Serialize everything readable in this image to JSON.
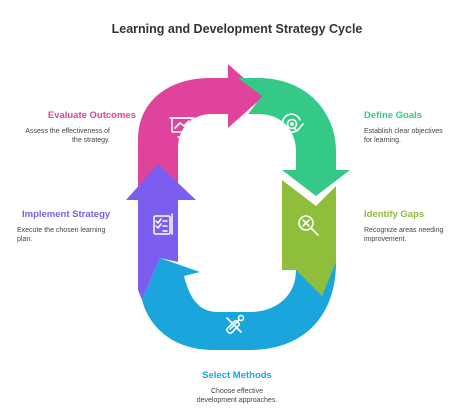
{
  "title": "Learning and Development Strategy Cycle",
  "colors": {
    "evaluate": "#e0439b",
    "define": "#35c987",
    "identify": "#8fbd3c",
    "select": "#1aa6dd",
    "implement": "#7b5ef0"
  },
  "steps": {
    "evaluate": {
      "title": "Evaluate Outcomes",
      "desc_line1": "Assess the effectiveness of",
      "desc_line2": "the strategy.",
      "icon": "presentation-chart-icon"
    },
    "define": {
      "title": "Define Goals",
      "desc_line1": "Establish clear objectives",
      "desc_line2": "for learning.",
      "icon": "target-check-icon"
    },
    "identify": {
      "title": "Identify Gaps",
      "desc_line1": "Recognize areas needing",
      "desc_line2": "improvement.",
      "icon": "magnifier-x-icon"
    },
    "select": {
      "title": "Select Methods",
      "desc_line1": "Choose effective",
      "desc_line2": "development approaches.",
      "icon": "tools-icon"
    },
    "implement": {
      "title": "Implement Strategy",
      "desc_line1": "Execute the chosen learning",
      "desc_line2": "plan.",
      "icon": "checklist-icon"
    }
  }
}
